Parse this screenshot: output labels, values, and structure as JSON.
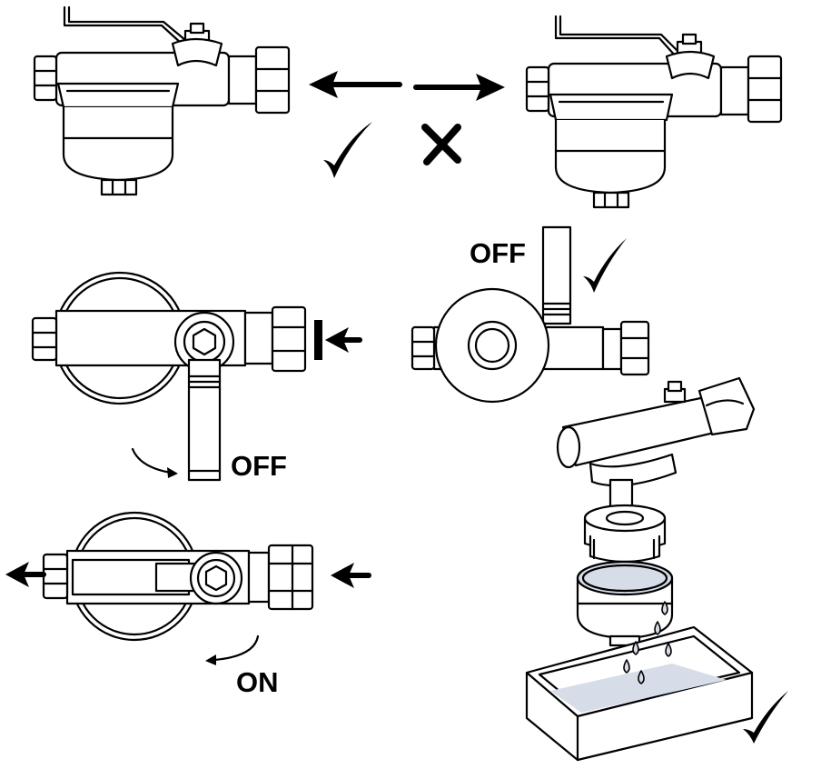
{
  "labels": {
    "off_top": "OFF",
    "off_middle": "OFF",
    "on": "ON"
  },
  "colors": {
    "stroke": "#000000",
    "fill": "#ffffff",
    "liquid": "#d6dde8"
  },
  "icons": [
    "checkmark-icon",
    "cross-icon",
    "arrow-left-icon",
    "arrow-right-icon",
    "arrow-into-stop-icon",
    "curved-arrow-icon",
    "drop-icon"
  ]
}
